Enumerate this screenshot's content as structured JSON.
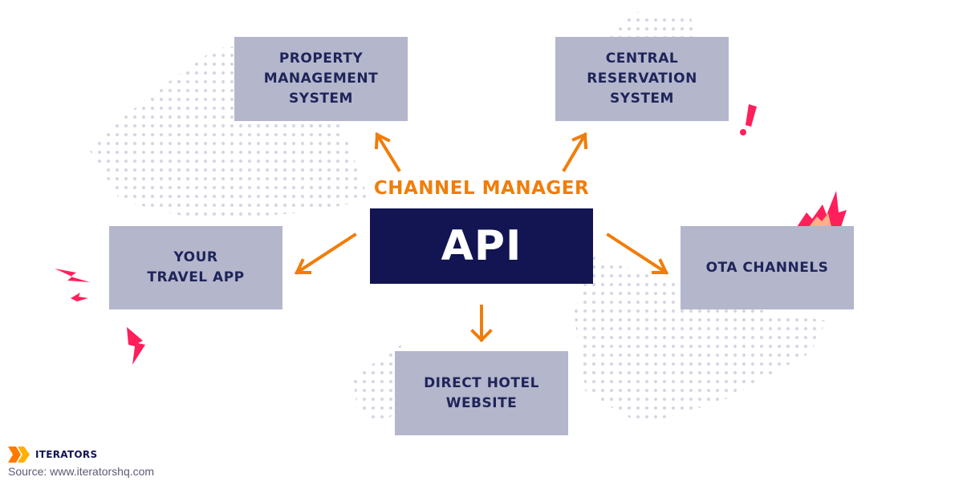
{
  "diagram": {
    "center_title": "CHANNEL MANAGER",
    "center_box": "API",
    "nodes": {
      "pms": "PROPERTY\nMANAGEMENT\nSYSTEM",
      "crs": "CENTRAL\nRESERVATION\nSYSTEM",
      "travel_app": "YOUR\nTRAVEL APP",
      "ota": "OTA CHANNELS",
      "direct": "DIRECT HOTEL\nWEBSITE"
    }
  },
  "footer": {
    "logo_text": "ITERATORS",
    "source": "Source: www.iteratorshq.com"
  },
  "colors": {
    "node_fill": "#b4b6cc",
    "node_text": "#1f2459",
    "api_fill": "#121552",
    "accent_orange": "#f07d0a",
    "spark_pink": "#ff1f5a",
    "dots": "#d4d6e2"
  }
}
